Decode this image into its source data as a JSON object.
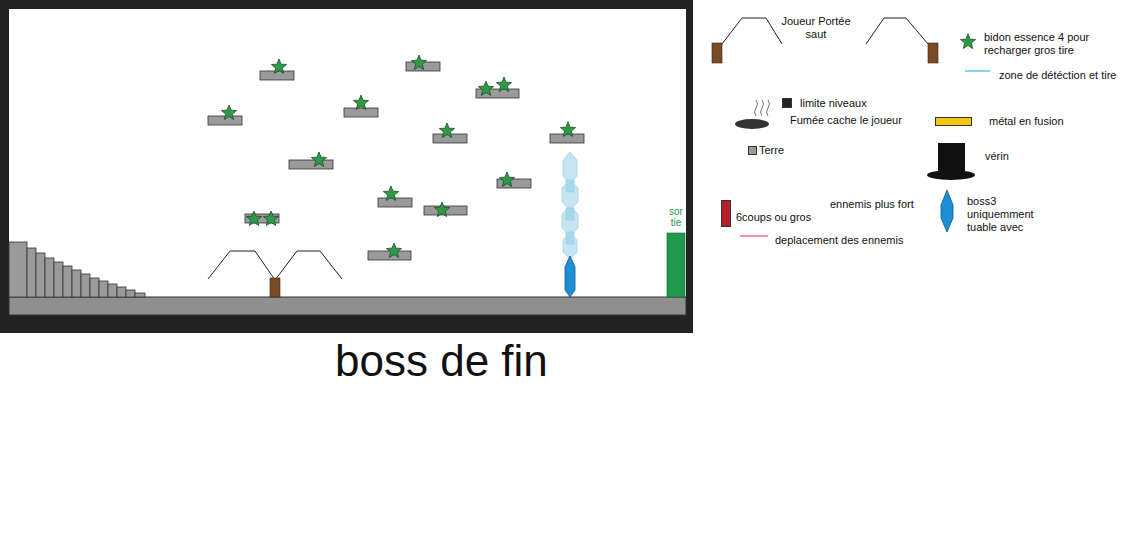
{
  "diagram": {
    "caption": "boss de fin",
    "nodes": [
      {
        "text": [
          "sor tie"
        ]
      }
    ],
    "labels": [
      "ennemis plus fort"
    ],
    "legend": [
      {
        "text": "Joueur Portée saut"
      },
      {
        "text": "bidon essence 4 pour recharger gros tire"
      },
      {
        "text": "zone de détéction et tire"
      },
      {
        "text": "limite niveaux",
        "color": "#222222"
      },
      {
        "text": "Fumée cache le joueur"
      },
      {
        "text": "métal en fusion",
        "color": "#f5c518"
      },
      {
        "text": "Terre",
        "color": "#9a9a9a"
      },
      {
        "text": "vérin"
      },
      {
        "text": "6coups ou gros",
        "color": "#b5202a"
      },
      {
        "text": "deplacement des ennemis"
      },
      {
        "text": "boss3 uniquemment tuable avec"
      }
    ]
  }
}
